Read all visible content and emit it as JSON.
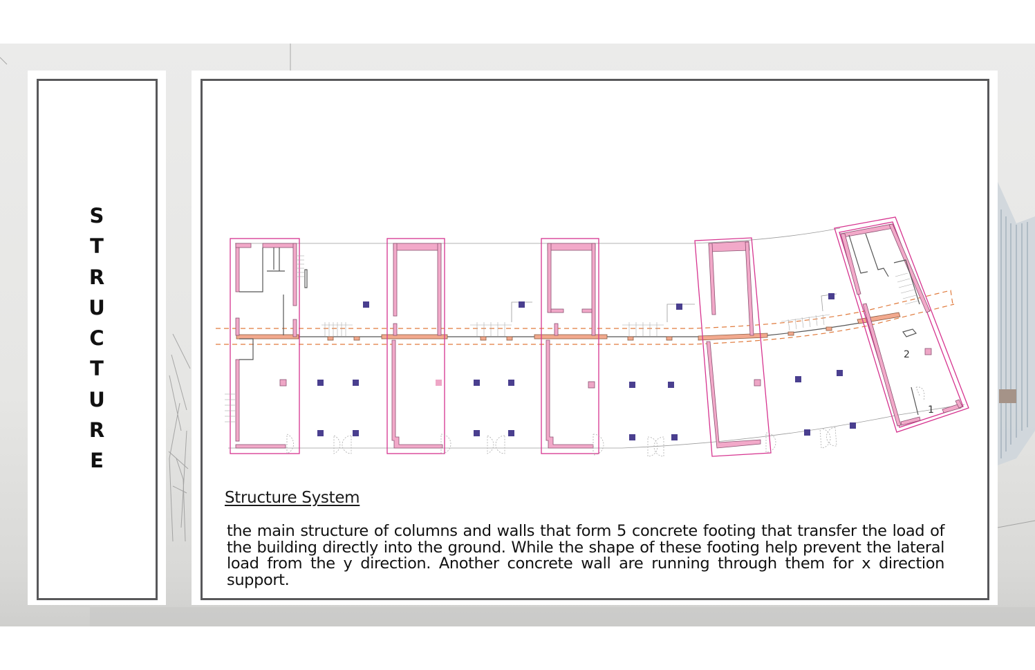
{
  "slide": {
    "sidebar_title_letters": [
      "S",
      "T",
      "R",
      "U",
      "C",
      "T",
      "U",
      "R",
      "E"
    ],
    "sidebar_title": "STRUCTURE",
    "section_heading": "Structure System",
    "body_text": "the main structure of columns and walls that form 5 concrete footing that transfer the load of the building directly into the ground. While the shape of these footing help prevent the lateral load from the y direction. Another concrete wall are running through them for x direction support."
  },
  "plan": {
    "unit_labels": [
      "2",
      "1"
    ],
    "footing_count": 5,
    "colors": {
      "footing_outline": "#d6338f",
      "wall_fill": "#f2a9c9",
      "x_wall_fill": "#f2a98e",
      "x_wall_dash": "#e07a3c",
      "column_primary": "#4a3f8f",
      "column_secondary": "#eea6c6",
      "line_thin": "#9a9a9a",
      "frame_border": "#58585a"
    }
  }
}
